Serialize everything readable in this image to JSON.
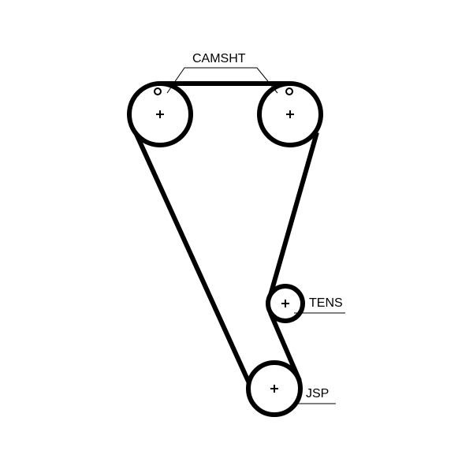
{
  "labels": {
    "camshaft": "CAMSHT",
    "tensioner": "TENS",
    "crankshaft": "JSP"
  }
}
